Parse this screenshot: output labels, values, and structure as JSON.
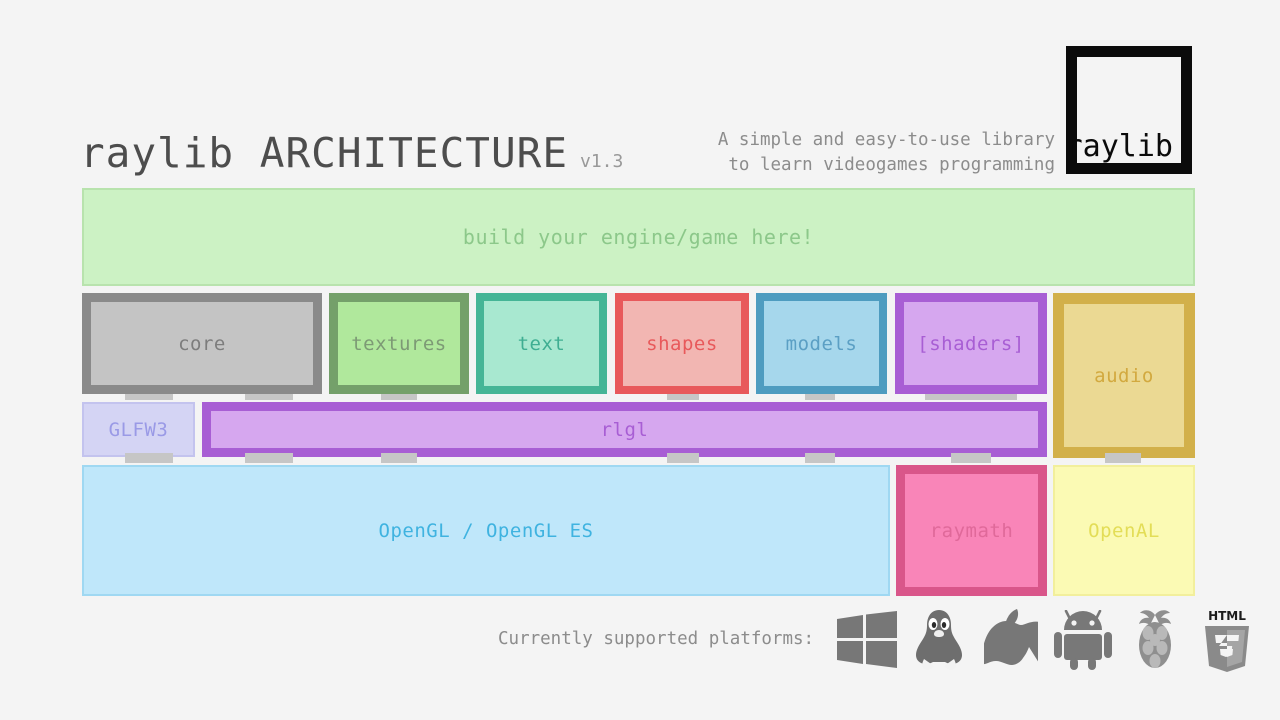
{
  "header": {
    "title": "raylib ARCHITECTURE",
    "version": "v1.3",
    "tagline_line1": "A simple and easy-to-use library",
    "tagline_line2": "to learn videogames programming",
    "logo_text": "raylib"
  },
  "diagram": {
    "user_layer": {
      "label": "build your engine/game here!",
      "fill": "#ccf2c4",
      "border": "#b8e3ad",
      "text_color": "#8cc88a"
    },
    "modules": [
      {
        "label": "core",
        "border": "#8a8a8a",
        "fill": "#c4c4c4",
        "text_color": "#7d7d7d"
      },
      {
        "label": "textures",
        "border": "#74a06a",
        "fill": "#b0e89c",
        "text_color": "#7d9a75"
      },
      {
        "label": "text",
        "border": "#45b596",
        "fill": "#a8e8d0",
        "text_color": "#3fae92"
      },
      {
        "label": "shapes",
        "border": "#e8595b",
        "fill": "#f2b6b2",
        "text_color": "#e8595b"
      },
      {
        "label": "models",
        "border": "#4e9cc0",
        "fill": "#a6d7ec",
        "text_color": "#5b9fc4"
      },
      {
        "label": "[shaders]",
        "border": "#a85ed4",
        "fill": "#d6a7ef",
        "text_color": "#a85ed4"
      },
      {
        "label": "audio",
        "border": "#d2b04a",
        "fill": "#ebd993",
        "text_color": "#d2a93f"
      }
    ],
    "middle": [
      {
        "label": "GLFW3",
        "border": "#c3c3ee",
        "fill": "#d4d4f4",
        "text_color": "#9a9ae6"
      },
      {
        "label": "rlgl",
        "border": "#a85ed4",
        "fill": "#d6a7ef",
        "text_color": "#a85ed4"
      }
    ],
    "backends": [
      {
        "label": "OpenGL / OpenGL ES",
        "border": "#9fd8f2",
        "fill": "#bfe7fa",
        "text_color": "#3fb3e0"
      },
      {
        "label": "raymath",
        "border": "#d9568a",
        "fill": "#f985b8",
        "text_color": "#e0699a"
      },
      {
        "label": "OpenAL",
        "border": "#f2ef9c",
        "fill": "#fbfab4",
        "text_color": "#e3dd57"
      }
    ]
  },
  "footer": {
    "label": "Currently supported platforms:",
    "platforms": [
      {
        "name": "windows-icon"
      },
      {
        "name": "linux-tux-icon"
      },
      {
        "name": "apple-icon"
      },
      {
        "name": "android-icon"
      },
      {
        "name": "raspberry-pi-icon"
      },
      {
        "name": "html5-icon"
      }
    ]
  }
}
